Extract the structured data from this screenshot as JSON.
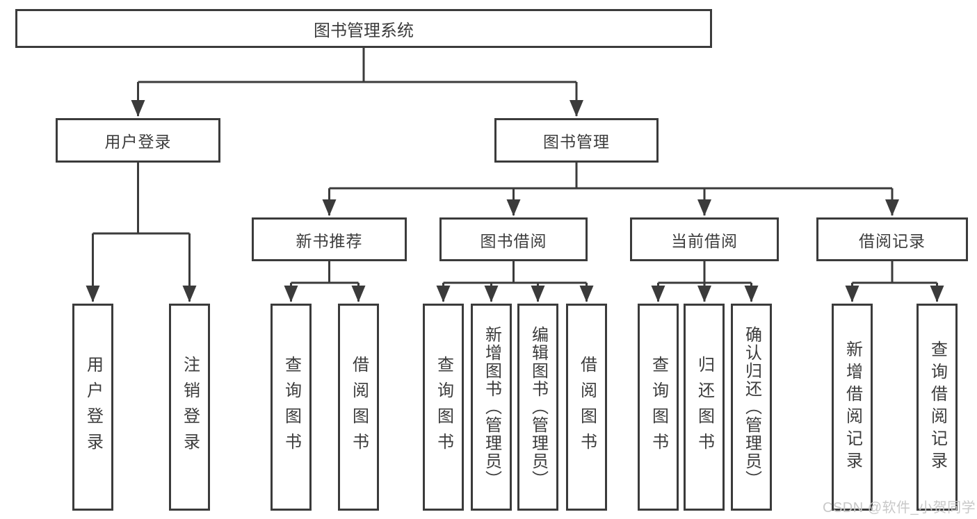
{
  "diagram": {
    "type": "hierarchy-tree",
    "root": {
      "id": "library-management-system",
      "label": "图书管理系统"
    },
    "level2": [
      {
        "id": "user-login",
        "label": "用户登录",
        "parent": "library-management-system"
      },
      {
        "id": "book-management",
        "label": "图书管理",
        "parent": "library-management-system"
      }
    ],
    "level3": [
      {
        "id": "new-book-recommendation",
        "label": "新书推荐",
        "parent": "book-management"
      },
      {
        "id": "book-borrowing",
        "label": "图书借阅",
        "parent": "book-management"
      },
      {
        "id": "current-borrowing",
        "label": "当前借阅",
        "parent": "book-management"
      },
      {
        "id": "borrowing-records",
        "label": "借阅记录",
        "parent": "book-management"
      }
    ],
    "leaves": [
      {
        "label": "用户登录",
        "parent": "user-login"
      },
      {
        "label": "注销登录",
        "parent": "user-login"
      },
      {
        "label": "查询图书",
        "parent": "new-book-recommendation"
      },
      {
        "label": "借阅图书",
        "parent": "new-book-recommendation"
      },
      {
        "label": "查询图书",
        "parent": "book-borrowing"
      },
      {
        "label": "新增图书（管理员）",
        "parent": "book-borrowing"
      },
      {
        "label": "编辑图书（管理员）",
        "parent": "book-borrowing"
      },
      {
        "label": "借阅图书",
        "parent": "book-borrowing"
      },
      {
        "label": "查询图书",
        "parent": "current-borrowing"
      },
      {
        "label": "归还图书",
        "parent": "current-borrowing"
      },
      {
        "label": "确认归还（管理员）",
        "parent": "current-borrowing"
      },
      {
        "label": "新增借阅记录",
        "parent": "borrowing-records"
      },
      {
        "label": "查询借阅记录",
        "parent": "borrowing-records"
      }
    ],
    "colors": {
      "line": "#3b3b3b",
      "text": "#3c3c3c",
      "node_background": "#ffffff",
      "watermark": "#c8c8c8"
    }
  },
  "watermark": {
    "text": "CSDN @软件_小贺同学"
  }
}
